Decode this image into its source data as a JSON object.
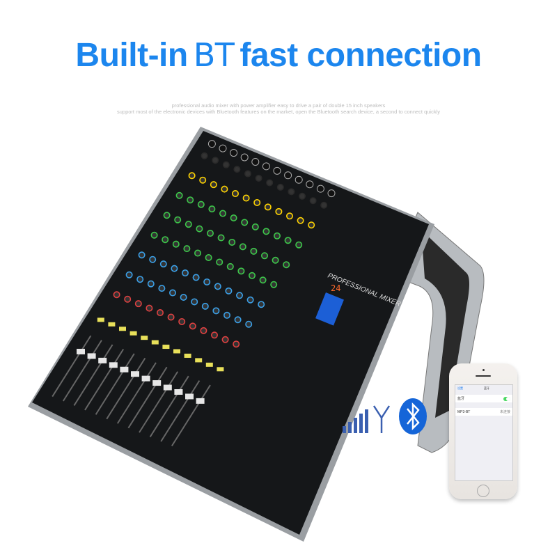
{
  "headline": {
    "part1": "Built-in",
    "part2": "BT",
    "part3": "fast connection"
  },
  "subtext": [
    "professional audio mixer with power amplifier easy to drive a pair of double 15 inch speakers",
    "support most of the electronic devices with Bluetooth features on the market, open the Bluetooth search device, a second to connect quickly"
  ],
  "mixer": {
    "brand_label": "PROFESSIONAL MIXER",
    "display_value": "24",
    "channels": 12
  },
  "phone": {
    "back": "设置",
    "title": "蓝牙",
    "bluetooth_label": "蓝牙",
    "bluetooth_on": true,
    "device_name": "MP3-BT",
    "device_status": "未连接"
  },
  "colors": {
    "headline": "#1c86ee",
    "bluetooth": "#1565d8",
    "signal": "#3a5fb0"
  }
}
